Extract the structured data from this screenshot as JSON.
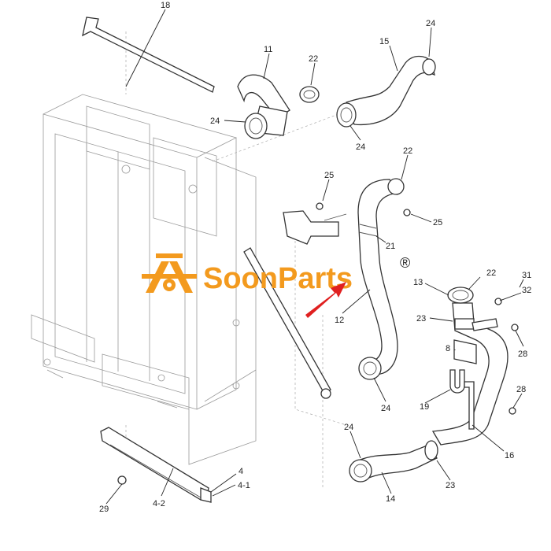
{
  "watermark": {
    "brand": "SoonParts",
    "registered": "®",
    "brand_color": "#f39a1e",
    "arrow_color": "#e02020"
  },
  "callouts": {
    "c18": "18",
    "c11": "11",
    "c22a": "22",
    "c15": "15",
    "c24a": "24",
    "c24b": "24",
    "c24c": "24",
    "c22b": "22",
    "c25a": "25",
    "c25b": "25",
    "c21": "21",
    "c12": "12",
    "c13": "13",
    "c22c": "22",
    "c31": "31",
    "c32": "32",
    "c23a": "23",
    "c8": "8",
    "c28a": "28",
    "c24d": "24",
    "c19": "19",
    "c28b": "28",
    "c24e": "24",
    "c16": "16",
    "c23b": "23",
    "c14": "14",
    "c4": "4",
    "c4-1": "4-1",
    "c29": "29",
    "c4-2": "4-2"
  }
}
